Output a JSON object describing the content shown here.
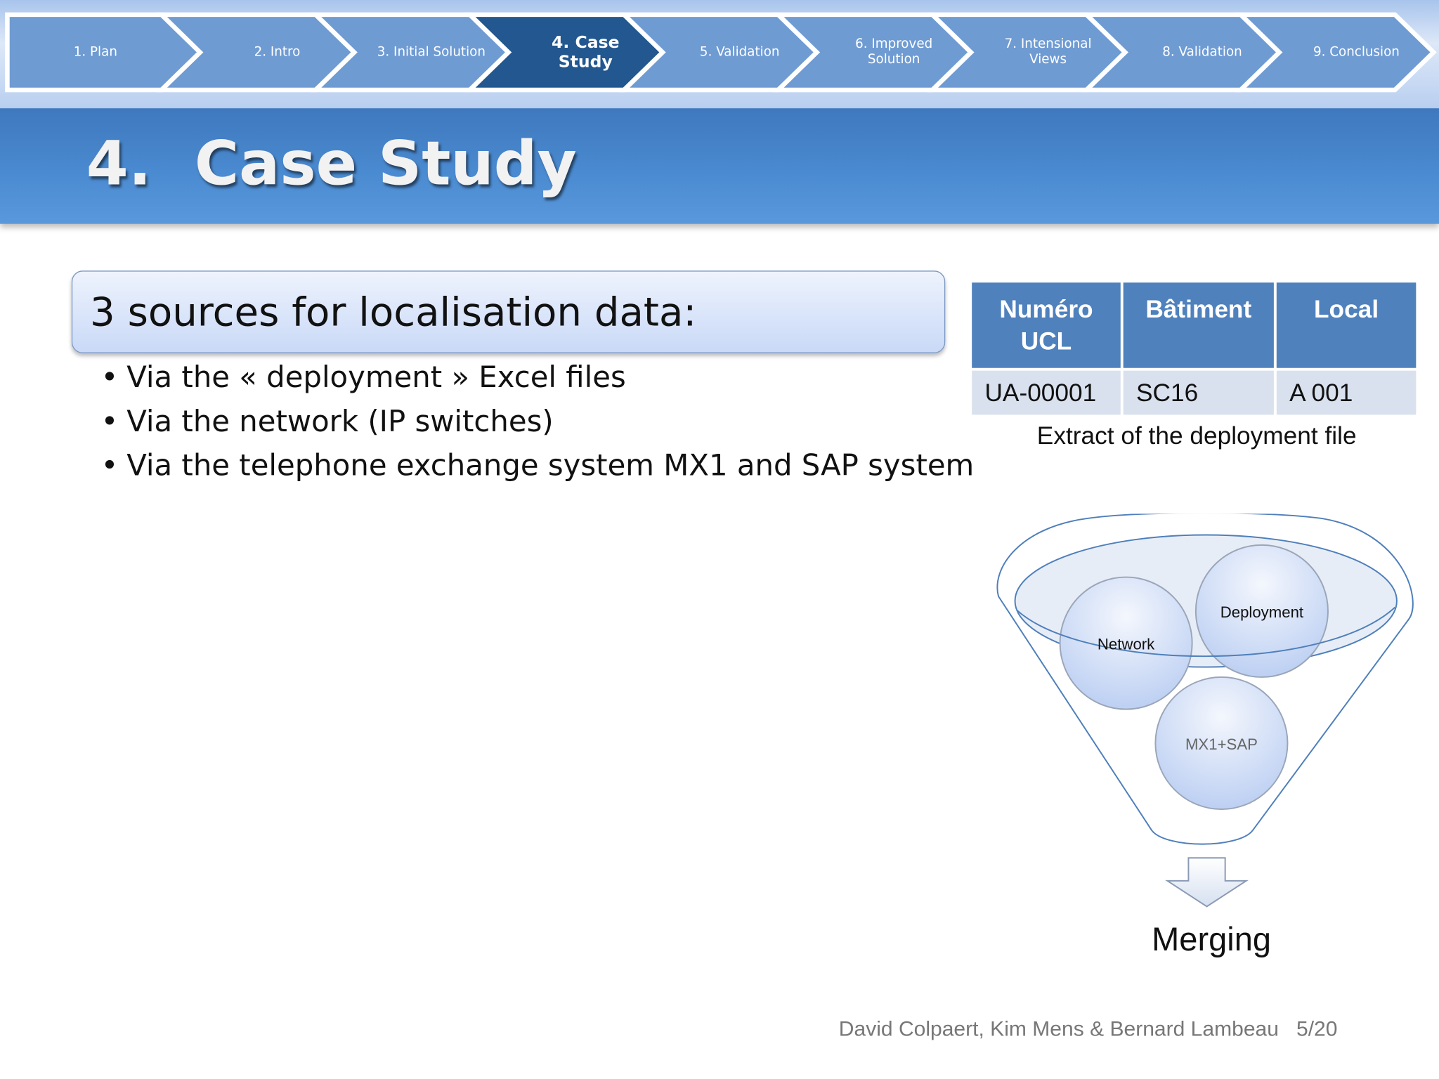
{
  "nav": {
    "steps": [
      {
        "label": "1. Plan",
        "active": false
      },
      {
        "label": "2. Intro",
        "active": false
      },
      {
        "label": "3. Initial Solution",
        "active": false
      },
      {
        "label": "4. Case\nStudy",
        "active": true
      },
      {
        "label": "5. Validation",
        "active": false
      },
      {
        "label": "6. Improved\nSolution",
        "active": false
      },
      {
        "label": "7. Intensional\nViews",
        "active": false
      },
      {
        "label": "8. Validation",
        "active": false
      },
      {
        "label": "9. Conclusion",
        "active": false
      }
    ]
  },
  "title": {
    "number": "4.",
    "text": "Case Study"
  },
  "heading": "3 sources for localisation data:",
  "bullets": [
    "Via the « deployment » Excel files",
    "Via the network (IP switches)",
    "Via the telephone exchange system MX1 and SAP system"
  ],
  "table": {
    "headers": [
      "Numéro\nUCL",
      "Bâtiment",
      "Local"
    ],
    "rows": [
      [
        "UA-00001",
        "SC16",
        "A 001"
      ]
    ],
    "caption": "Extract of the deployment file"
  },
  "funnel": {
    "circles": [
      "Network",
      "Deployment",
      "MX1+SAP"
    ],
    "result": "Merging"
  },
  "footer": {
    "authors": "David Colpaert, Kim Mens & Bernard Lambeau",
    "page": "5/20"
  },
  "colors": {
    "nav_inactive": "#6f9bd3",
    "nav_active": "#22578f",
    "banner": "#4a8ad0",
    "table_header": "#4f81bd",
    "table_cell": "#d9e1ee"
  }
}
